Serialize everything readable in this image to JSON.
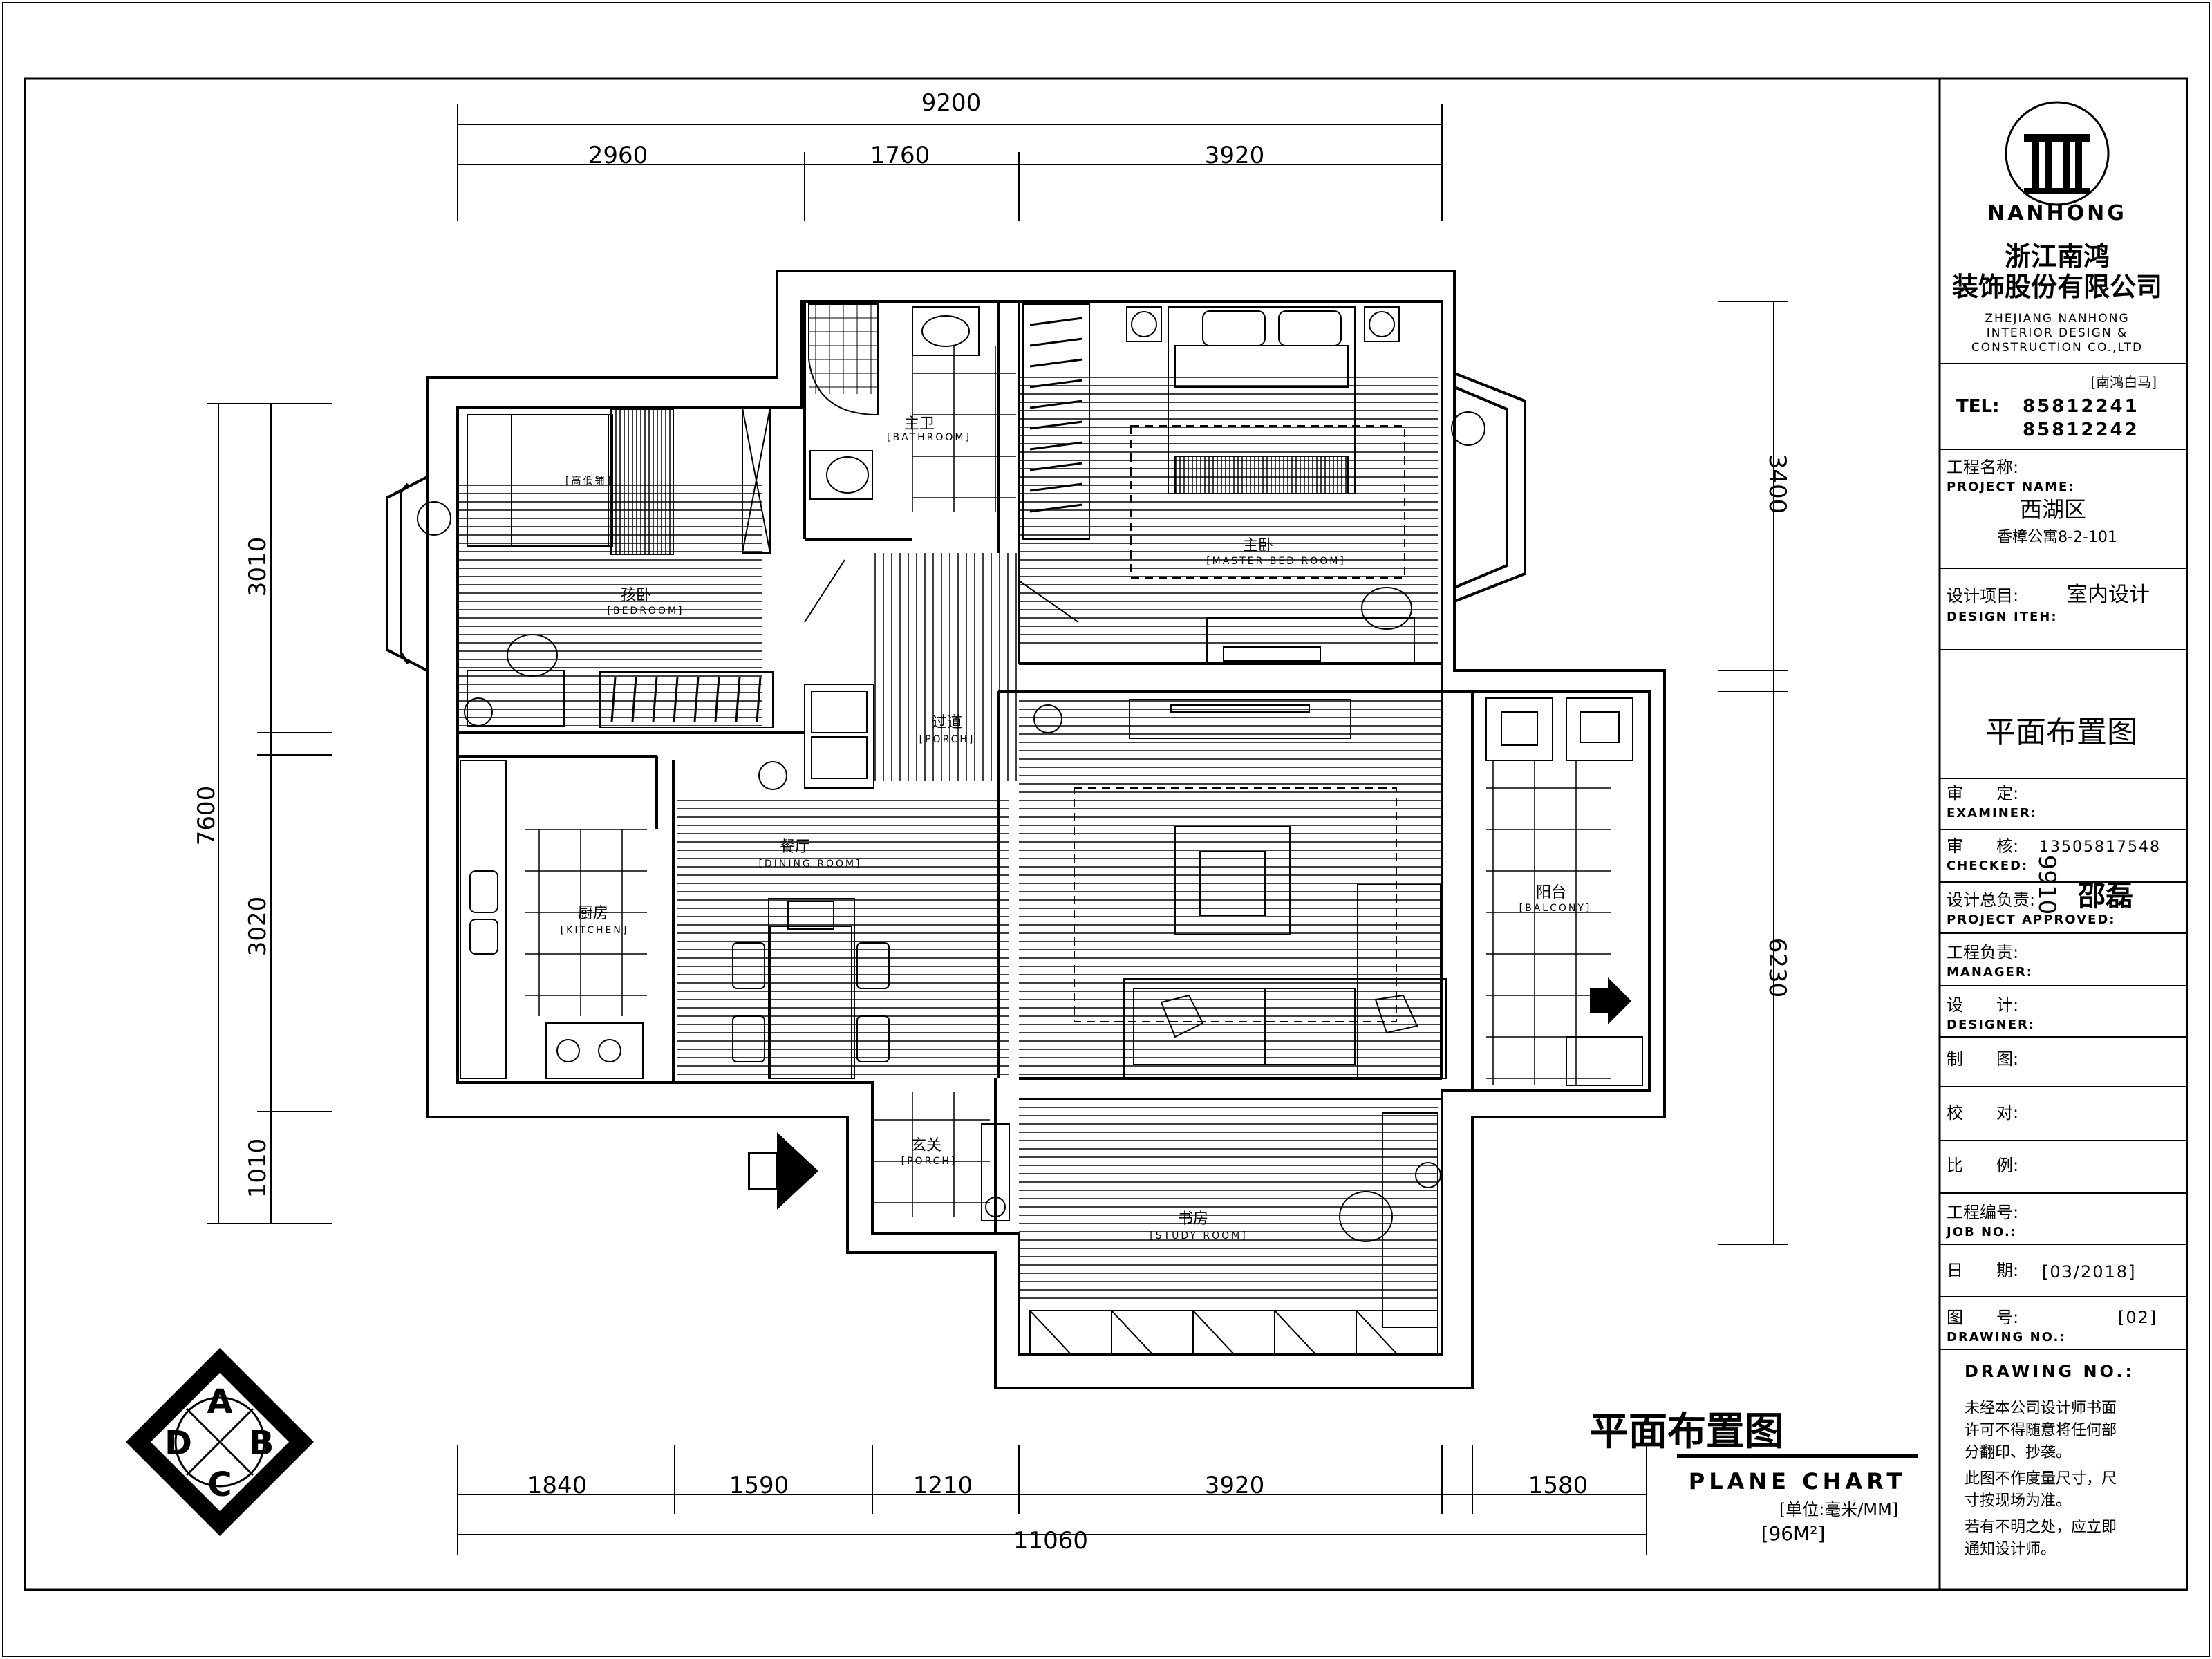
{
  "dimensions": {
    "top_total": "9200",
    "top": [
      "2960",
      "1760",
      "3920"
    ],
    "bottom": [
      "1840",
      "1590",
      "1210",
      "3920",
      "1580"
    ],
    "bottom_total": "11060",
    "left_total": "7600",
    "left": [
      "3010",
      "3020",
      "1010"
    ],
    "right": [
      "3400",
      "6230"
    ],
    "right_total": "9910"
  },
  "rooms": {
    "bathroom": {
      "cn": "主卫",
      "en": "[BATHROOM]"
    },
    "master": {
      "cn": "主卧",
      "en": "[MASTER BED ROOM]"
    },
    "bedroom": {
      "cn": "孩卧",
      "en": "[BEDROOM]"
    },
    "bed_label": "[高低铺]",
    "porch": {
      "cn": "过道",
      "en": "[PORCH]"
    },
    "dining": {
      "cn": "餐厅",
      "en": "[DINING ROOM]"
    },
    "kitchen": {
      "cn": "厨房",
      "en": "[KITCHEN]"
    },
    "balcony": {
      "cn": "阳台",
      "en": "[BALCONY]"
    },
    "entry": {
      "cn": "玄关",
      "en": "[PORCH]"
    },
    "study": {
      "cn": "书房",
      "en": "[STUDY ROOM]"
    }
  },
  "legend": {
    "title_cn": "平面布置图",
    "title_en": "PLANE CHART",
    "unit": "[单位:毫米/MM]",
    "area": "[96M²]",
    "compass": [
      "A",
      "B",
      "C",
      "D"
    ]
  },
  "title_block": {
    "brand": "NANHONG",
    "company_cn_1": "浙江南鸿",
    "company_cn_2": "装饰股份有限公司",
    "company_en_1": "ZHEJIANG NANHONG",
    "company_en_2": "INTERIOR DESIGN &",
    "company_en_3": "CONSTRUCTION CO.,LTD",
    "tag": "[南鸿白马]",
    "tel_label": "TEL:",
    "tel_1": "85812241",
    "tel_2": "85812242",
    "project_label_cn": "工程名称:",
    "project_label_en": "PROJECT NAME:",
    "project_value_1": "西湖区",
    "project_value_2": "香樟公寓8-2-101",
    "design_label_cn": "设计项目:",
    "design_value": "室内设计",
    "design_label_en": "DESIGN ITEH:",
    "drawing_title": "平面布置图",
    "examiner_cn": "审　　定:",
    "examiner_en": "EXAMINER:",
    "checked_cn": "审　　核:",
    "checked_value": "13505817548",
    "checked_en": "CHECKED:",
    "approved_cn": "设计总负责:",
    "approved_value": "邵磊",
    "approved_en": "PROJECT APPROVED:",
    "manager_cn": "工程负责:",
    "manager_en": "MANAGER:",
    "designer_cn": "设　　计:",
    "designer_en": "DESIGNER:",
    "drafter_cn": "制　　图:",
    "proof_cn": "校　　对:",
    "scale_cn": "比　　例:",
    "job_cn": "工程编号:",
    "job_en": "JOB NO.:",
    "date_cn": "日　　期:",
    "date_value": "[03/2018]",
    "drawing_no_cn": "图　　号:",
    "drawing_no_value": "[02]",
    "drawing_no_en": "DRAWING NO.:",
    "notes_header": "DRAWING NO.:",
    "notes": [
      "未经本公司设计师书面",
      "许可不得随意将任何部",
      "分翻印、抄袭。",
      "此图不作度量尺寸，尺",
      "寸按现场为准。",
      "若有不明之处，应立即",
      "通知设计师。"
    ]
  }
}
